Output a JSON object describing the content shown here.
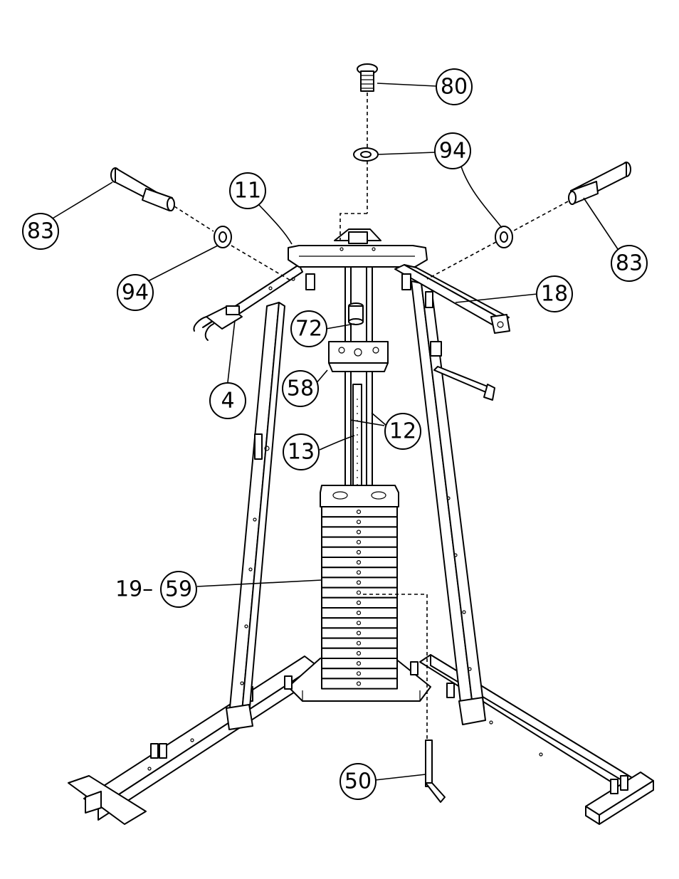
{
  "parts": {
    "bolt": "80",
    "washer_top": "94",
    "top_frame": "11",
    "pulley_pin_left": "83",
    "washer_left": "94",
    "washer_right": "94",
    "pulley_pin_right": "83",
    "arm_right": "18",
    "bushing": "72",
    "top_plate": "58",
    "pulley_bracket": "4",
    "guide_rods": "12",
    "selector_rod": "13",
    "weight_stack_prefix": "19–",
    "weight_stack": "59",
    "selector_pin": "50"
  }
}
